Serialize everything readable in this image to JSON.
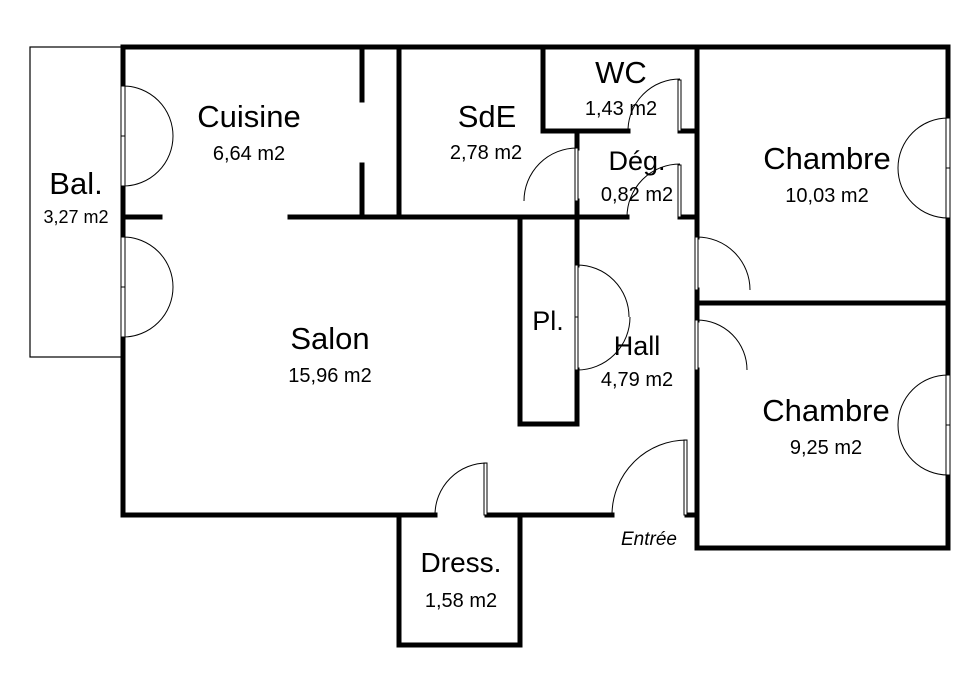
{
  "rooms": {
    "balcon": {
      "name": "Bal.",
      "area": "3,27 m2"
    },
    "cuisine": {
      "name": "Cuisine",
      "area": "6,64 m2"
    },
    "sde": {
      "name": "SdE",
      "area": "2,78 m2"
    },
    "wc": {
      "name": "WC",
      "area": "1,43 m2"
    },
    "deg": {
      "name": "Dég.",
      "area": "0,82 m2"
    },
    "chambre1": {
      "name": "Chambre",
      "area": "10,03 m2"
    },
    "salon": {
      "name": "Salon",
      "area": "15,96 m2"
    },
    "placard": {
      "name": "Pl."
    },
    "hall": {
      "name": "Hall",
      "area": "4,79 m2"
    },
    "chambre2": {
      "name": "Chambre",
      "area": "9,25 m2"
    },
    "dressing": {
      "name": "Dress.",
      "area": "1,58 m2"
    }
  },
  "entrance": {
    "label": "Entrée"
  }
}
